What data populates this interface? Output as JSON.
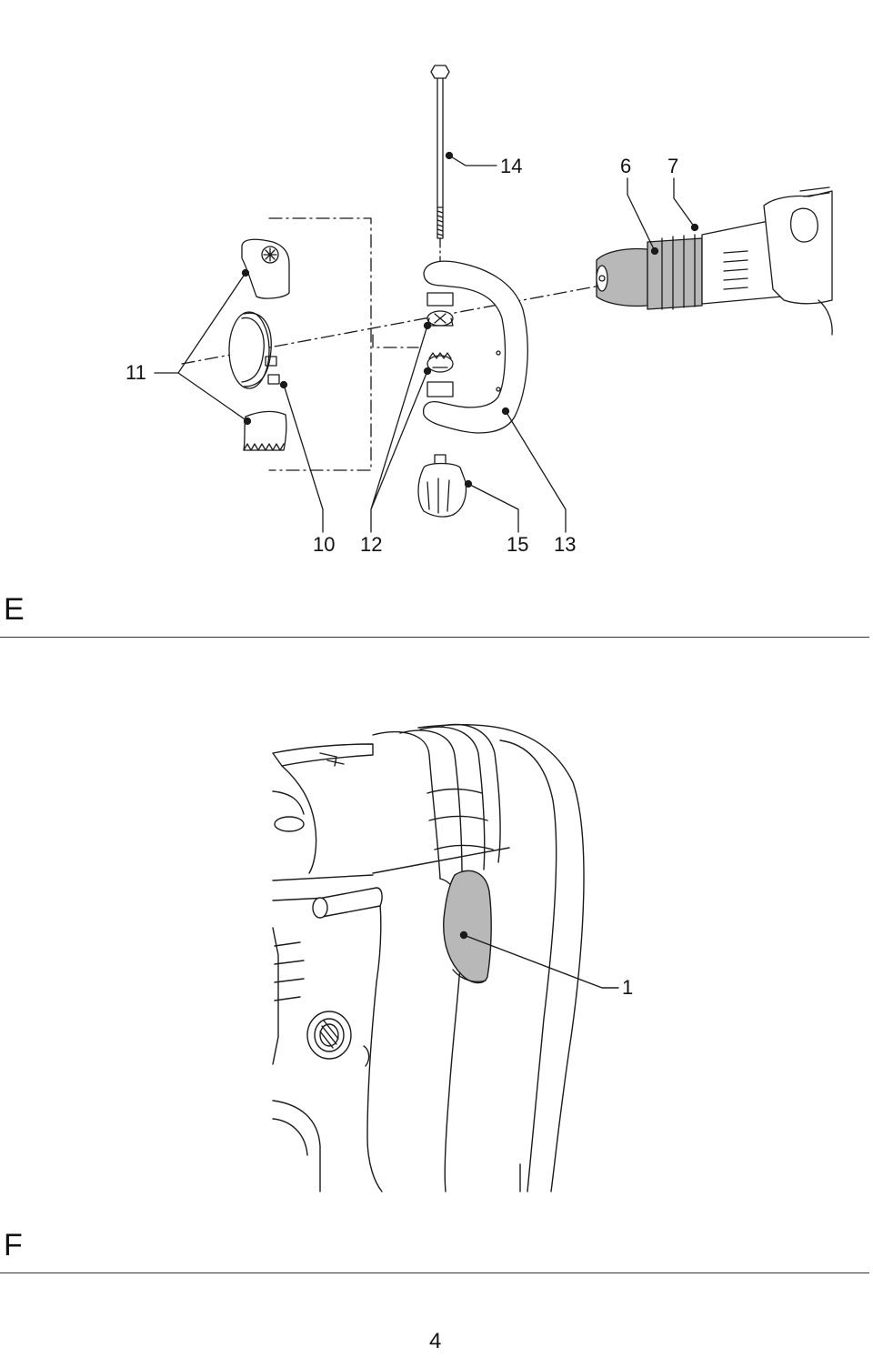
{
  "figure_e": {
    "section_letter": "E",
    "callouts": {
      "c14": "14",
      "c6": "6",
      "c7": "7",
      "c11": "11",
      "c10": "10",
      "c12": "12",
      "c15": "15",
      "c13": "13"
    }
  },
  "figure_f": {
    "section_letter": "F",
    "callouts": {
      "c1": "1"
    }
  },
  "footer": {
    "page_number": "4"
  },
  "colors": {
    "line": "#1a1a1a",
    "shaded_part": "#b8b8b8",
    "background": "#ffffff"
  }
}
